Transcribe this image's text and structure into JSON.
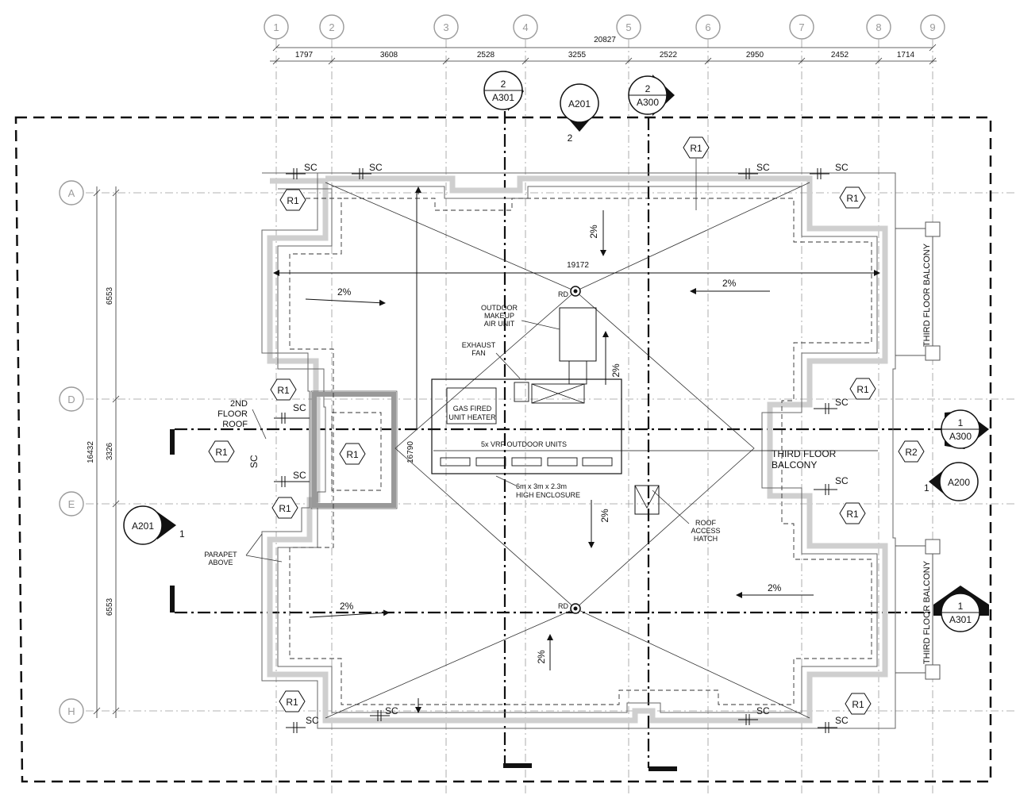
{
  "column_grid": [
    "1",
    "2",
    "3",
    "4",
    "5",
    "6",
    "7",
    "8",
    "9"
  ],
  "row_grid": [
    "A",
    "D",
    "E",
    "H"
  ],
  "dimensions": {
    "overall_width": "20827",
    "bays": [
      "1797",
      "3608",
      "2528",
      "3255",
      "2522",
      "2950",
      "2452",
      "1714"
    ],
    "inner_width": "19172",
    "overall_depth": "16432",
    "rows": [
      "6553",
      "3326",
      "6553"
    ],
    "enclosure_depth": "16790"
  },
  "section_markers": {
    "top_left": {
      "num": "2",
      "sheet": "A301"
    },
    "top_right": {
      "num": "2",
      "sheet": "A300"
    },
    "right_mid": {
      "num": "1",
      "sheet": "A300"
    },
    "right_low": {
      "num": "1",
      "sheet": "A301"
    }
  },
  "elevation_markers": {
    "top": {
      "sheet": "A201",
      "num": "2"
    },
    "left": {
      "sheet": "A201",
      "num": "1"
    },
    "right": {
      "sheet": "A200",
      "num": "1"
    }
  },
  "tags": {
    "r1": "R1",
    "r2": "R2",
    "sc": "SC",
    "rd": "RD"
  },
  "slopes": {
    "slope": "2%"
  },
  "labels": {
    "outdoor_makeup": "OUTDOOR\nMAKEUP\nAIR UNIT",
    "exhaust_fan": "EXHAUST\nFAN",
    "gas_fired": "GAS FIRED\nUNIT HEATER",
    "vrf": "5x VRF OUTDOOR UNITS",
    "enclosure": "6m x 3m x 2.3m\nHIGH ENCLOSURE",
    "roof_access": "ROOF\nACCESS\nHATCH",
    "second_floor": "2ND FLOOR\nROOF",
    "parapet": "PARAPET\nABOVE",
    "third_floor_balcony": "THIRD FLOOR BALCONY"
  }
}
